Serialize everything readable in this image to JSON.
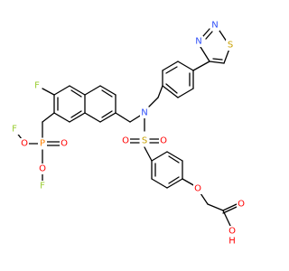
{
  "molecule": {
    "atom_labels": {
      "fluoro_top": "F",
      "fluoro_left": "F",
      "fluoro_bottom": "F",
      "phosphorus": "P",
      "phosphoryl_oxygen": "O",
      "ester_oxygen_1": "O",
      "ester_oxygen_2": "O",
      "amine_nitrogen": "N",
      "sulfonyl_sulfur": "S",
      "sulfonyl_oxygen_left": "O",
      "sulfonyl_oxygen_right": "O",
      "thiadiazole_sulfur": "S",
      "thiadiazole_nitrogen_1": "N",
      "thiadiazole_nitrogen_2": "N",
      "ether_oxygen": "O",
      "carbonyl_oxygen": "O",
      "hydroxyl_oxygen": "O",
      "hydroxyl_hydrogen": "H"
    },
    "colors": {
      "bond": "#000000",
      "fluorine": "#9acd32",
      "phosphorus": "#ff8000",
      "oxygen": "#ff0000",
      "nitrogen": "#3050f8",
      "sulfur": "#c8a000"
    }
  }
}
